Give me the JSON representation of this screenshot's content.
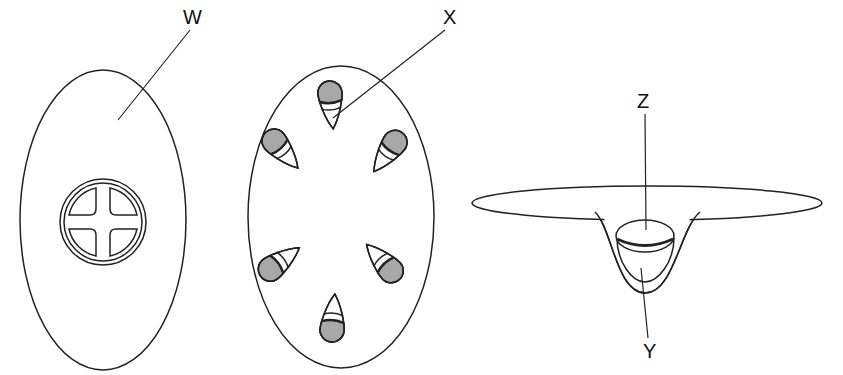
{
  "diagram": {
    "labels": [
      "W",
      "X",
      "Z",
      "Y"
    ]
  }
}
